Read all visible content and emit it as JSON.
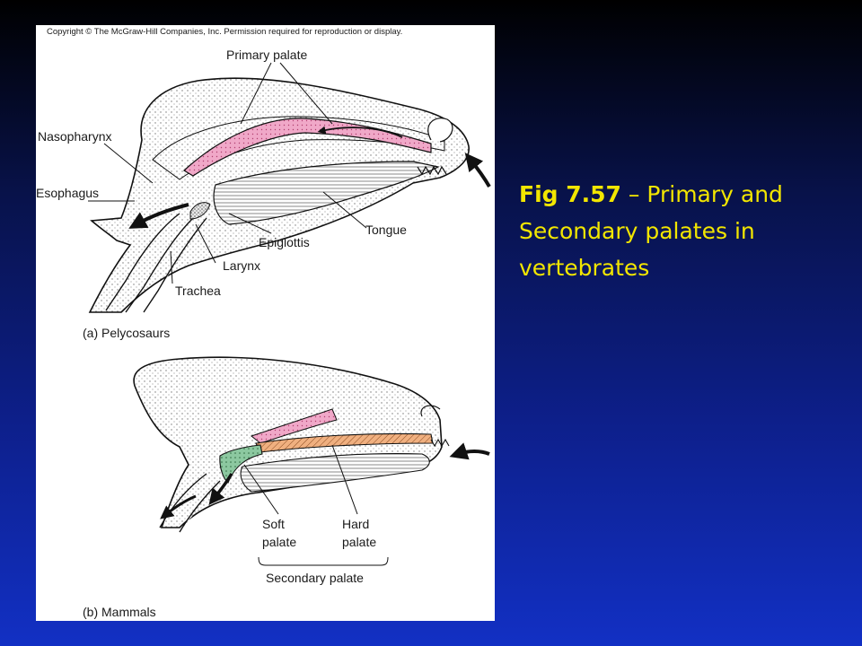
{
  "figure": {
    "copyright": "Copyright © The McGraw-Hill Companies, Inc. Permission required for reproduction or display.",
    "top_panel": {
      "caption": "(a) Pelycosaurs",
      "labels": {
        "primary_palate": "Primary palate",
        "nasopharynx": "Nasopharynx",
        "esophagus": "Esophagus",
        "epiglottis": "Epiglottis",
        "tongue": "Tongue",
        "larynx": "Larynx",
        "trachea": "Trachea"
      }
    },
    "bottom_panel": {
      "caption": "(b) Mammals",
      "labels": {
        "soft_1": "Soft",
        "soft_2": "palate",
        "hard_1": "Hard",
        "hard_2": "palate",
        "secondary": "Secondary palate"
      }
    },
    "colors": {
      "primary_palate": "#f0a8c8",
      "hard_palate": "#f0b080",
      "soft_palate": "#8cc8a0",
      "stipple": "#c8c8c8"
    }
  },
  "slide": {
    "title_bold": "Fig 7.57",
    "title_rest": " – Primary and Secondary palates in vertebrates",
    "title_color": "#f2e600"
  }
}
